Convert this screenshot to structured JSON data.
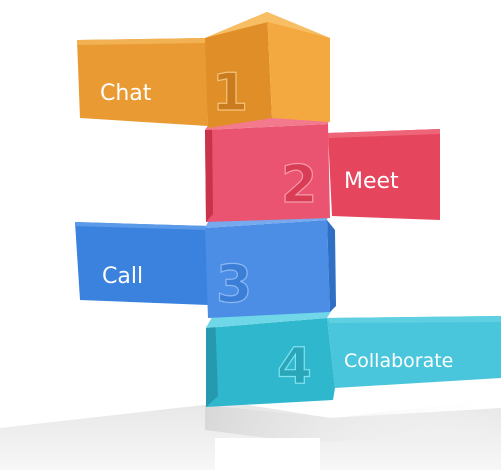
{
  "steps": [
    {
      "number": "1",
      "label": "Chat",
      "color": "#F2A33A"
    },
    {
      "number": "2",
      "label": "Meet",
      "color": "#E8485F"
    },
    {
      "number": "3",
      "label": "Call",
      "color": "#3F86E0"
    },
    {
      "number": "4",
      "label": "Collaborate",
      "color": "#3BC3D9"
    }
  ]
}
